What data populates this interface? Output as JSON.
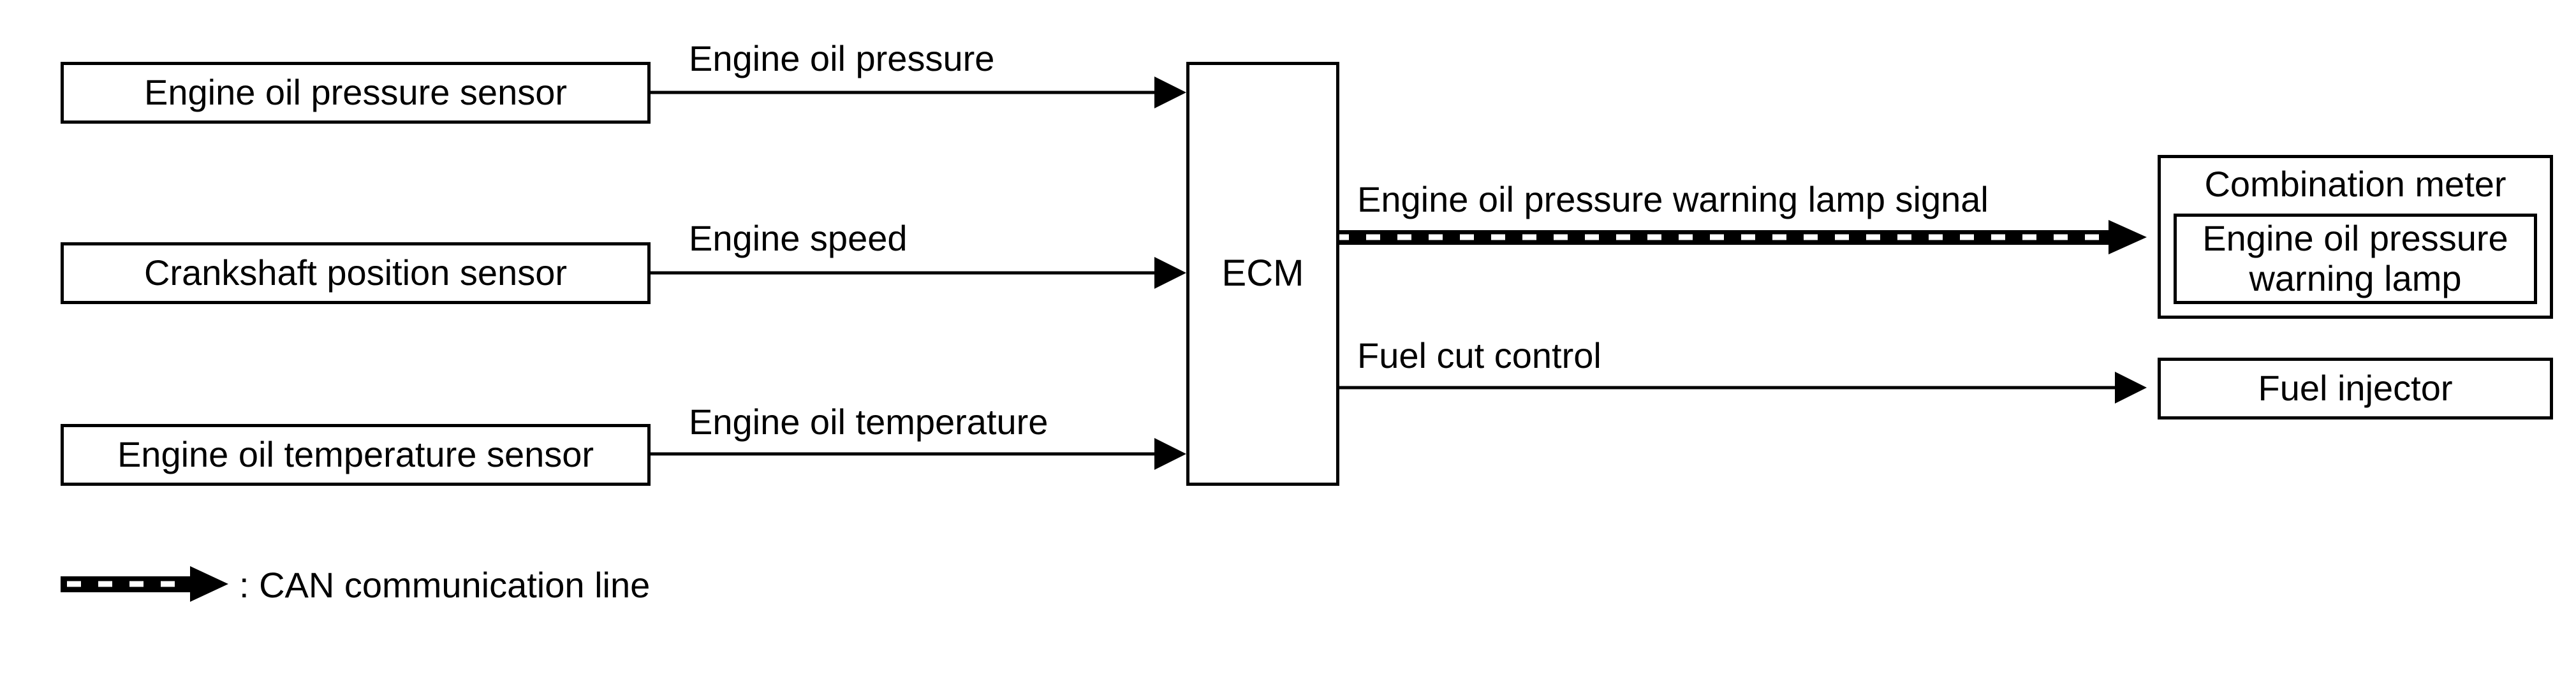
{
  "inputs": {
    "oil_pressure_sensor": "Engine oil pressure sensor",
    "crankshaft_sensor": "Crankshaft position sensor",
    "oil_temperature_sensor": "Engine oil temperature sensor"
  },
  "signals": {
    "oil_pressure": "Engine oil pressure",
    "engine_speed": "Engine speed",
    "oil_temperature": "Engine oil temperature",
    "warning_lamp_signal": "Engine oil pressure warning lamp signal",
    "fuel_cut": "Fuel cut control"
  },
  "ecm": {
    "label": "ECM"
  },
  "outputs": {
    "combination_meter": "Combination meter",
    "warning_lamp_line1": "Engine oil pressure",
    "warning_lamp_line2": "warning lamp",
    "fuel_injector": "Fuel injector"
  },
  "legend": {
    "can_line": ": CAN communication line"
  }
}
